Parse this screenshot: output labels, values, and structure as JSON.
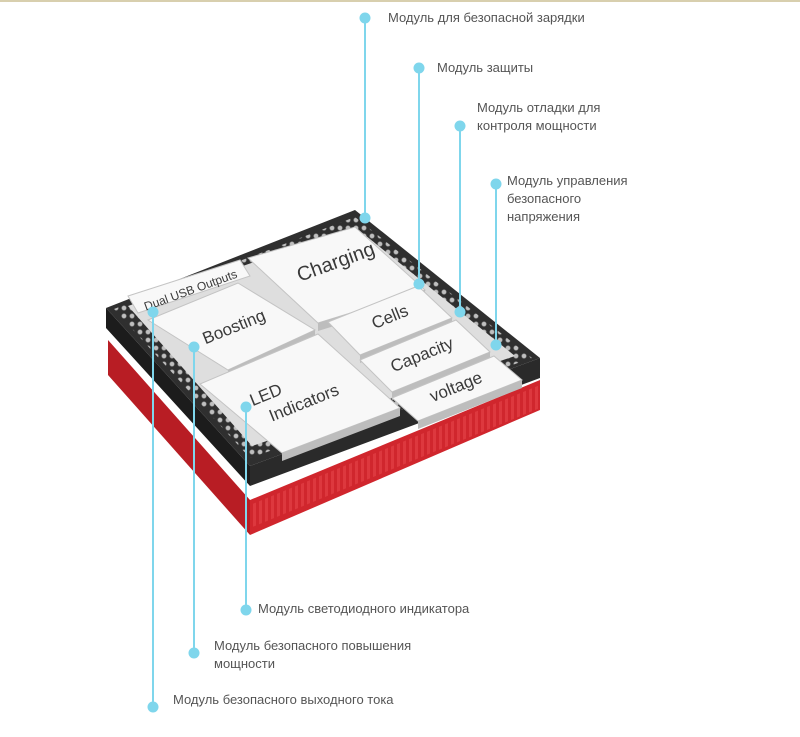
{
  "accent_color": "#7fd6ec",
  "colors": {
    "board_top": "#2b2b2b",
    "board_base": "#c8232a",
    "module": "#f7f7f7",
    "pin": "#c9c9c9"
  },
  "modules": {
    "charging": "Charging",
    "dual_usb": "Dual USB Outputs",
    "boosting": "Boosting",
    "cells": "Cells",
    "capacity": "Capacity",
    "voltage": "voltage",
    "led_line1": "LED",
    "led_line2": "Indicators"
  },
  "callouts": {
    "charging": "Модуль для безопасной зарядки",
    "protection": "Модуль защиты",
    "capacity_l1": "Модуль отладки для",
    "capacity_l2": "контроля мощности",
    "voltage_l1": "Модуль управления",
    "voltage_l2": "безопасного",
    "voltage_l3": "напряжения",
    "led": "Модуль светодиодного индикатора",
    "boost_l1": "Модуль безопасного повышения",
    "boost_l2": "мощности",
    "output": "Модуль безопасного выходного тока"
  }
}
